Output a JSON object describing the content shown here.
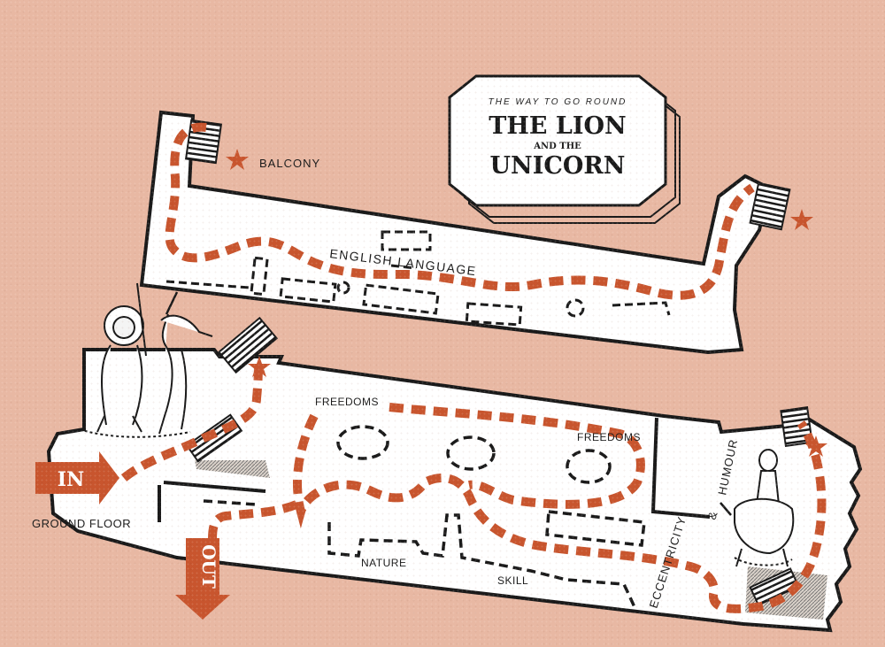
{
  "title": {
    "kicker": "THE WAY TO GO ROUND",
    "line1": "THE LION",
    "line2": "AND THE",
    "line3": "UNICORN"
  },
  "labels": {
    "balcony": "BALCONY",
    "english_language": "ENGLISH LANGUAGE",
    "freedoms_left": "FREEDOMS",
    "freedoms_right": "FREEDOMS",
    "eccentricity": "ECCENTRICITY",
    "ampersand": "&",
    "humour": "HUMOUR",
    "nature": "NATURE",
    "skill": "SKILL",
    "ground_floor": "GROUND FLOOR"
  },
  "arrows": {
    "in": "IN",
    "out": "OUT"
  },
  "colors": {
    "background": "#e8b8a3",
    "path": "#c8552e",
    "floor": "#ffffff",
    "ink": "#1a1a1a"
  },
  "icons": [
    "star-icon",
    "lion-unicorn-illustration",
    "knight-on-horse-illustration",
    "staircase-icon"
  ]
}
